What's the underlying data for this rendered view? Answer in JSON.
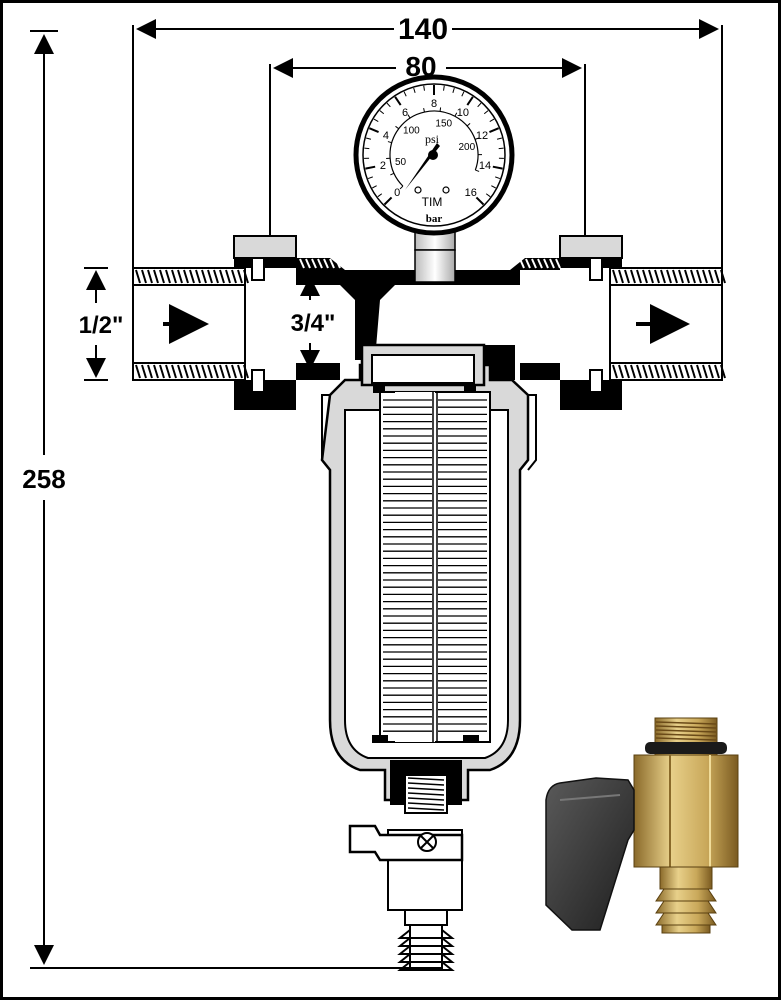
{
  "dimensions": {
    "overall_width": "140",
    "fitting_spacing": "80",
    "overall_height": "258",
    "inlet_size": "1/2\"",
    "thread_size": "3/4\""
  },
  "gauge": {
    "bar_ticks": [
      "0",
      "2",
      "4",
      "6",
      "8",
      "10",
      "12",
      "14",
      "16"
    ],
    "psi_ticks": [
      "50",
      "100",
      "150",
      "200"
    ],
    "psi_label": "psi",
    "bar_label": "bar",
    "brand": "TIM"
  },
  "colors": {
    "outline": "#000000",
    "housing_gray": "#d9d9d9",
    "brass": "#c9a85a",
    "handle": "#3a3a3a"
  }
}
